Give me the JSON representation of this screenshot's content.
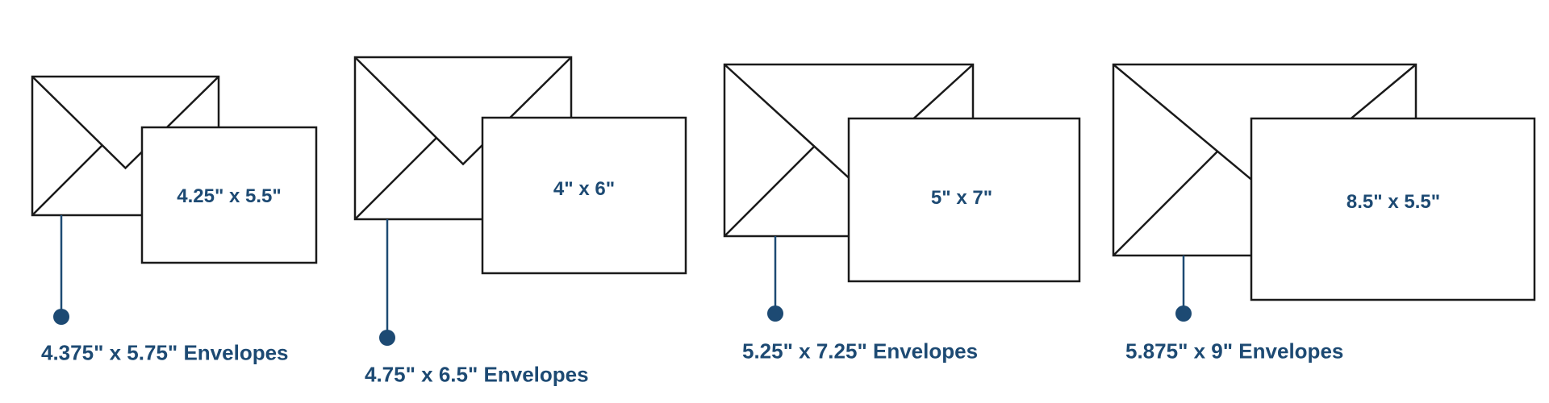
{
  "colors": {
    "accent": "#1d4a73",
    "stroke": "#1a1a1a"
  },
  "groups": [
    {
      "card_size": "4.25\" x 5.5\"",
      "envelope_label": "4.375\" x 5.75\" Envelopes"
    },
    {
      "card_size": "4\" x 6\"",
      "envelope_label": "4.75\" x 6.5\" Envelopes"
    },
    {
      "card_size": "5\" x 7\"",
      "envelope_label": "5.25\" x 7.25\" Envelopes"
    },
    {
      "card_size": "8.5\" x 5.5\"",
      "envelope_label": "5.875\" x 9\" Envelopes"
    }
  ]
}
